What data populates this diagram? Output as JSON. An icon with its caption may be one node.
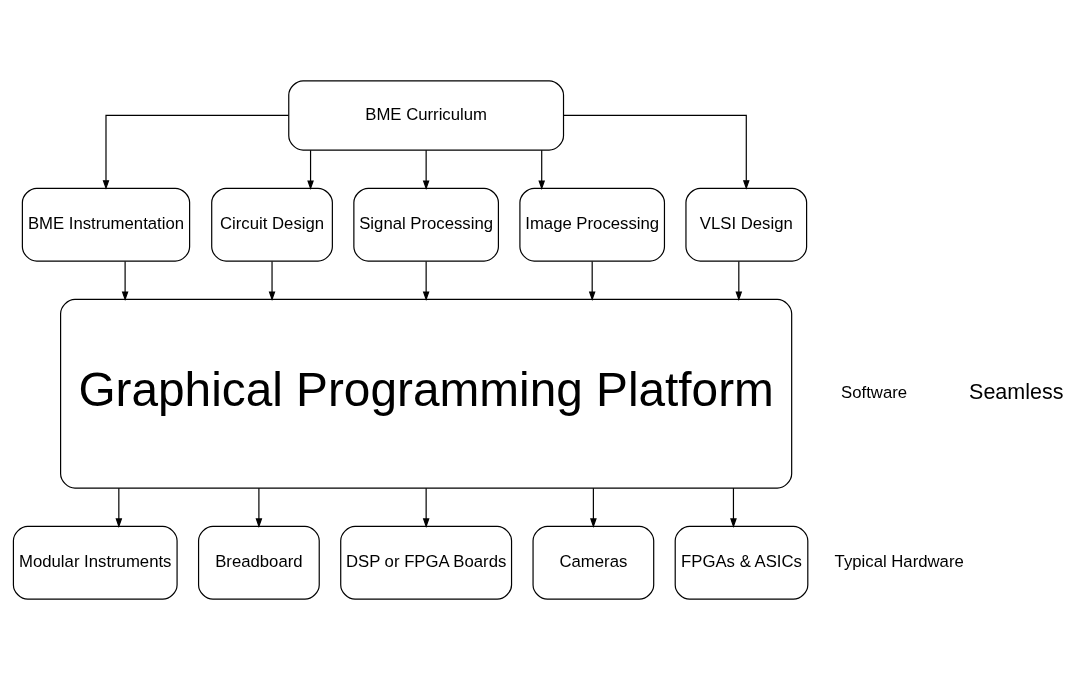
{
  "diagram": {
    "nodes": [
      {
        "text": [
          "BME Curriculum"
        ]
      },
      {
        "text": [
          "BME Instrumentation"
        ]
      },
      {
        "text": [
          "Circuit Design"
        ]
      },
      {
        "text": [
          "Signal Processing"
        ]
      },
      {
        "text": [
          "Image Processing"
        ]
      },
      {
        "text": [
          "VLSI Design"
        ]
      },
      {
        "text": [
          "Graphical Programming Platform"
        ]
      },
      {
        "text": [
          "Modular Instruments"
        ]
      },
      {
        "text": [
          "Breadboard"
        ]
      },
      {
        "text": [
          "DSP or FPGA Boards"
        ]
      },
      {
        "text": [
          "Cameras"
        ]
      },
      {
        "text": [
          "FPGAs & ASICs"
        ]
      }
    ],
    "edges": [
      {
        "from": 0,
        "to": 1,
        "arrow": "to"
      },
      {
        "from": 0,
        "to": 2,
        "arrow": "to"
      },
      {
        "from": 0,
        "to": 3,
        "arrow": "to"
      },
      {
        "from": 0,
        "to": 4,
        "arrow": "to"
      },
      {
        "from": 0,
        "to": 5,
        "arrow": "to"
      },
      {
        "from": 1,
        "to": 6,
        "arrow": "to"
      },
      {
        "from": 2,
        "to": 6,
        "arrow": "to"
      },
      {
        "from": 3,
        "to": 6,
        "arrow": "to"
      },
      {
        "from": 4,
        "to": 6,
        "arrow": "to"
      },
      {
        "from": 5,
        "to": 6,
        "arrow": "to"
      },
      {
        "from": 6,
        "to": 7,
        "arrow": "to"
      },
      {
        "from": 6,
        "to": 8,
        "arrow": "to"
      },
      {
        "from": 6,
        "to": 9,
        "arrow": "to"
      },
      {
        "from": 6,
        "to": 10,
        "arrow": "to"
      },
      {
        "from": 6,
        "to": 11,
        "arrow": "to"
      }
    ],
    "labels": [
      "Software",
      "Typical Hardware",
      "Seamless"
    ]
  }
}
